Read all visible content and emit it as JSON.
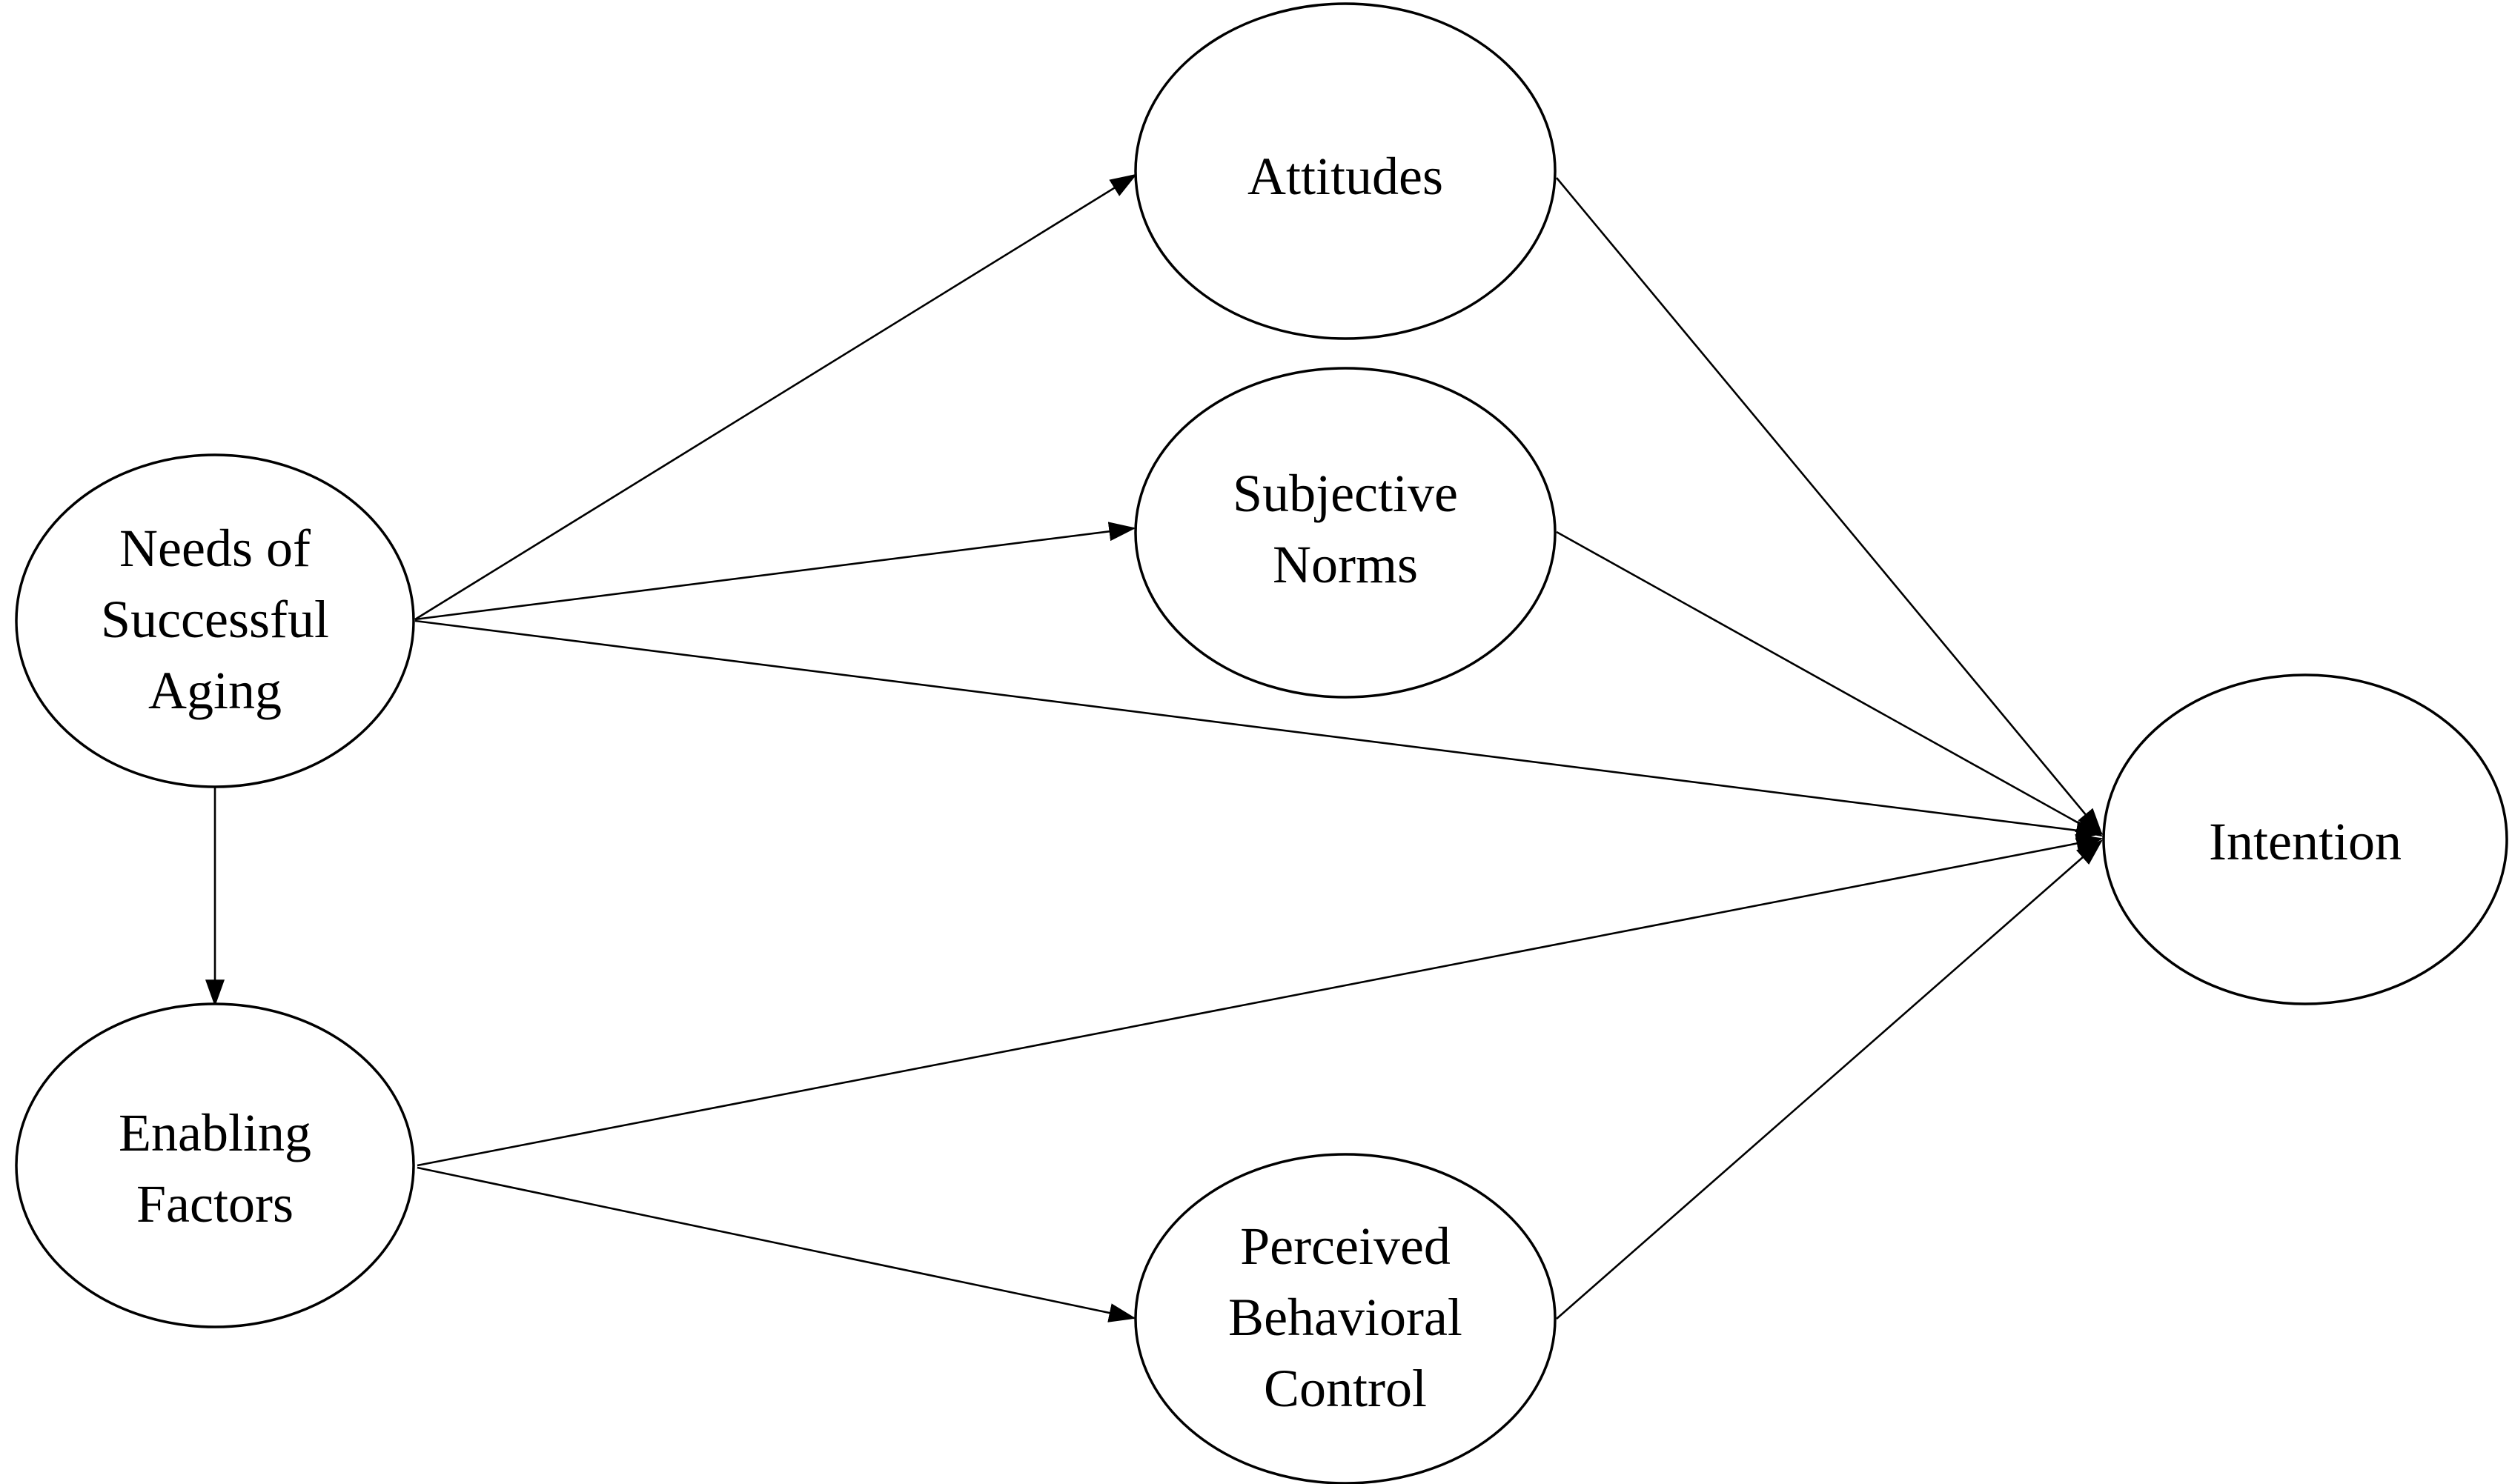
{
  "nodes": {
    "needs": {
      "lines": [
        "Needs of",
        "Successful",
        "Aging"
      ]
    },
    "enabling": {
      "lines": [
        "Enabling",
        "Factors"
      ]
    },
    "attitudes": {
      "lines": [
        "Attitudes"
      ]
    },
    "norms": {
      "lines": [
        "Subjective",
        "Norms"
      ]
    },
    "pbc": {
      "lines": [
        "Perceived",
        "Behavioral",
        "Control"
      ]
    },
    "intention": {
      "lines": [
        "Intention"
      ]
    }
  },
  "edges": [
    {
      "from": "needs",
      "to": "attitudes"
    },
    {
      "from": "needs",
      "to": "norms"
    },
    {
      "from": "needs",
      "to": "intention"
    },
    {
      "from": "needs",
      "to": "enabling"
    },
    {
      "from": "enabling",
      "to": "intention"
    },
    {
      "from": "enabling",
      "to": "pbc"
    },
    {
      "from": "attitudes",
      "to": "intention"
    },
    {
      "from": "norms",
      "to": "intention"
    },
    {
      "from": "pbc",
      "to": "intention"
    }
  ],
  "colors": {
    "stroke": "#000000",
    "background": "#ffffff"
  }
}
